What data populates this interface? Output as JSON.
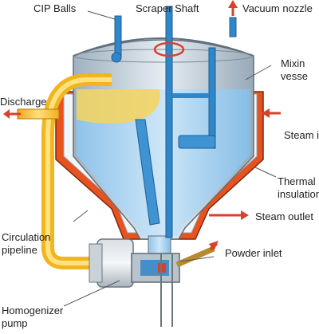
{
  "labels": {
    "cip_balls": "CIP Balls",
    "scraper_shaft": "Scraper Shaft",
    "vacuum_nozzle": "Vacuum nozzle",
    "mixing_vessel_1": "Mixin",
    "mixing_vessel_2": "vesse",
    "discharge": "Discharge",
    "steam_inlet": "Steam i",
    "thermal_insulation_1": "Thermal",
    "thermal_insulation_2": "insulation",
    "steam_outlet": "Steam outlet",
    "circulation_pipeline_1": "Circulation",
    "circulation_pipeline_2": "pipeline",
    "powder_inlet": "Powder inlet",
    "homogenizer_pump_1": "Homogenizer",
    "homogenizer_pump_2": "pump"
  },
  "colors": {
    "vessel_liquid": "#b9dcf5",
    "vessel_steel": "#c9d3dc",
    "jacket": "#e8521f",
    "product_yellow": "#f7c631",
    "shaft_blue": "#2f86c8",
    "arrow_red": "#d8412a"
  }
}
